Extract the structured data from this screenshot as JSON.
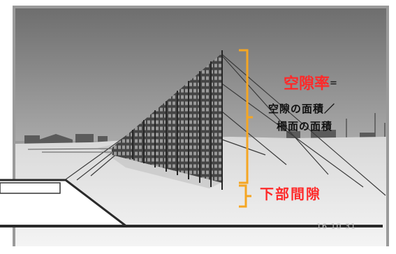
{
  "annotations": {
    "term": "空隙率",
    "equals": "=",
    "definition_line1": "空隙の面積／",
    "definition_line2": "柵面の面積",
    "lower_gap": "下部間隙"
  },
  "photo": {
    "date_stamp": "16 10 31"
  },
  "colors": {
    "label_red": "#ff2a2a",
    "bracket_orange": "#f5a623",
    "sky": "#7f7f7f",
    "snow": "#f0f0f0"
  }
}
